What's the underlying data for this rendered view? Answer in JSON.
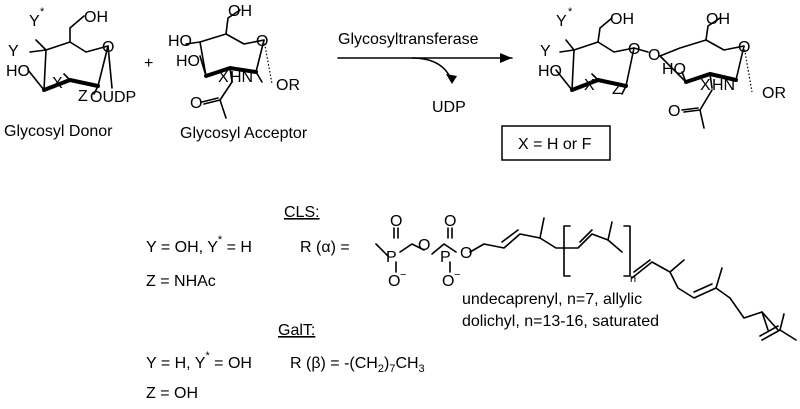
{
  "reaction": {
    "donor_label": "Glycosyl Donor",
    "acceptor_label": "Glycosyl Acceptor",
    "enzyme": "Glycosyltransferase",
    "byproduct": "UDP",
    "plus": "+",
    "box_text": "X = H or F"
  },
  "atoms": {
    "Y": "Y",
    "Ystar": "*",
    "X": "X",
    "Z": "Z",
    "OH": "OH",
    "HO": "HO",
    "O": "O",
    "OUDP": "OUDP",
    "HN": "HN",
    "OR": "OR",
    "P": "P",
    "Ominus": "O",
    "minus": "−",
    "n": "n"
  },
  "cls": {
    "title": "CLS:",
    "line1_a": "Y = OH, Y",
    "line1_b": " = H",
    "line2": "Z = NHAc",
    "r_def": "R (α) =",
    "undecaprenyl": "undecaprenyl, n=7, allylic",
    "dolichyl": "dolichyl, n=13-16, saturated"
  },
  "galt": {
    "title": "GalT:",
    "line1_a": "Y = H, Y",
    "line1_b": " = OH",
    "r_def_a": "R (β) = -(CH",
    "r_def_sub1": "2",
    "r_def_b": ")",
    "r_def_sub2": "7",
    "r_def_c": "CH",
    "r_def_sub3": "3",
    "line2": "Z = OH"
  }
}
